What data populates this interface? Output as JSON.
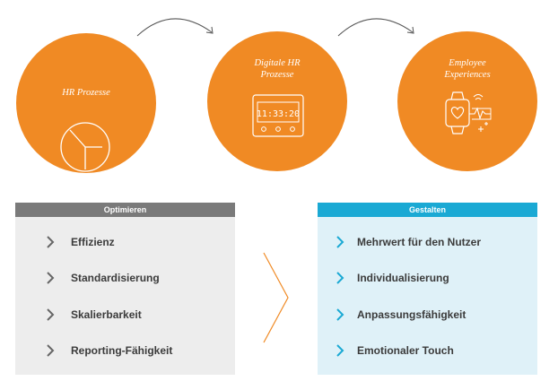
{
  "stages": [
    {
      "label": "HR Prozesse",
      "icon": "clock-icon"
    },
    {
      "label": "Digitale HR\nProzesse",
      "icon": "digital-clock-icon",
      "clock_text": "11:33:20"
    },
    {
      "label": "Employee\nExperiences",
      "icon": "smartwatch-icon"
    }
  ],
  "left_panel": {
    "title": "Optimieren",
    "items": [
      "Effizienz",
      "Standardisierung",
      "Skalierbarkeit",
      "Reporting-Fähigkeit"
    ]
  },
  "right_panel": {
    "title": "Gestalten",
    "items": [
      "Mehrwert für den Nutzer",
      "Individualisierung",
      "Anpassungsfähigkeit",
      "Emotionaler Touch"
    ]
  },
  "colors": {
    "circle": "#f08a24",
    "left_header": "#7a7a7a",
    "left_body": "#ededed",
    "right_header": "#1aa9d4",
    "right_body": "#dff1f8",
    "left_chevron": "#666666",
    "right_chevron": "#1aa9d4",
    "mid_chevron": "#f08a24"
  }
}
